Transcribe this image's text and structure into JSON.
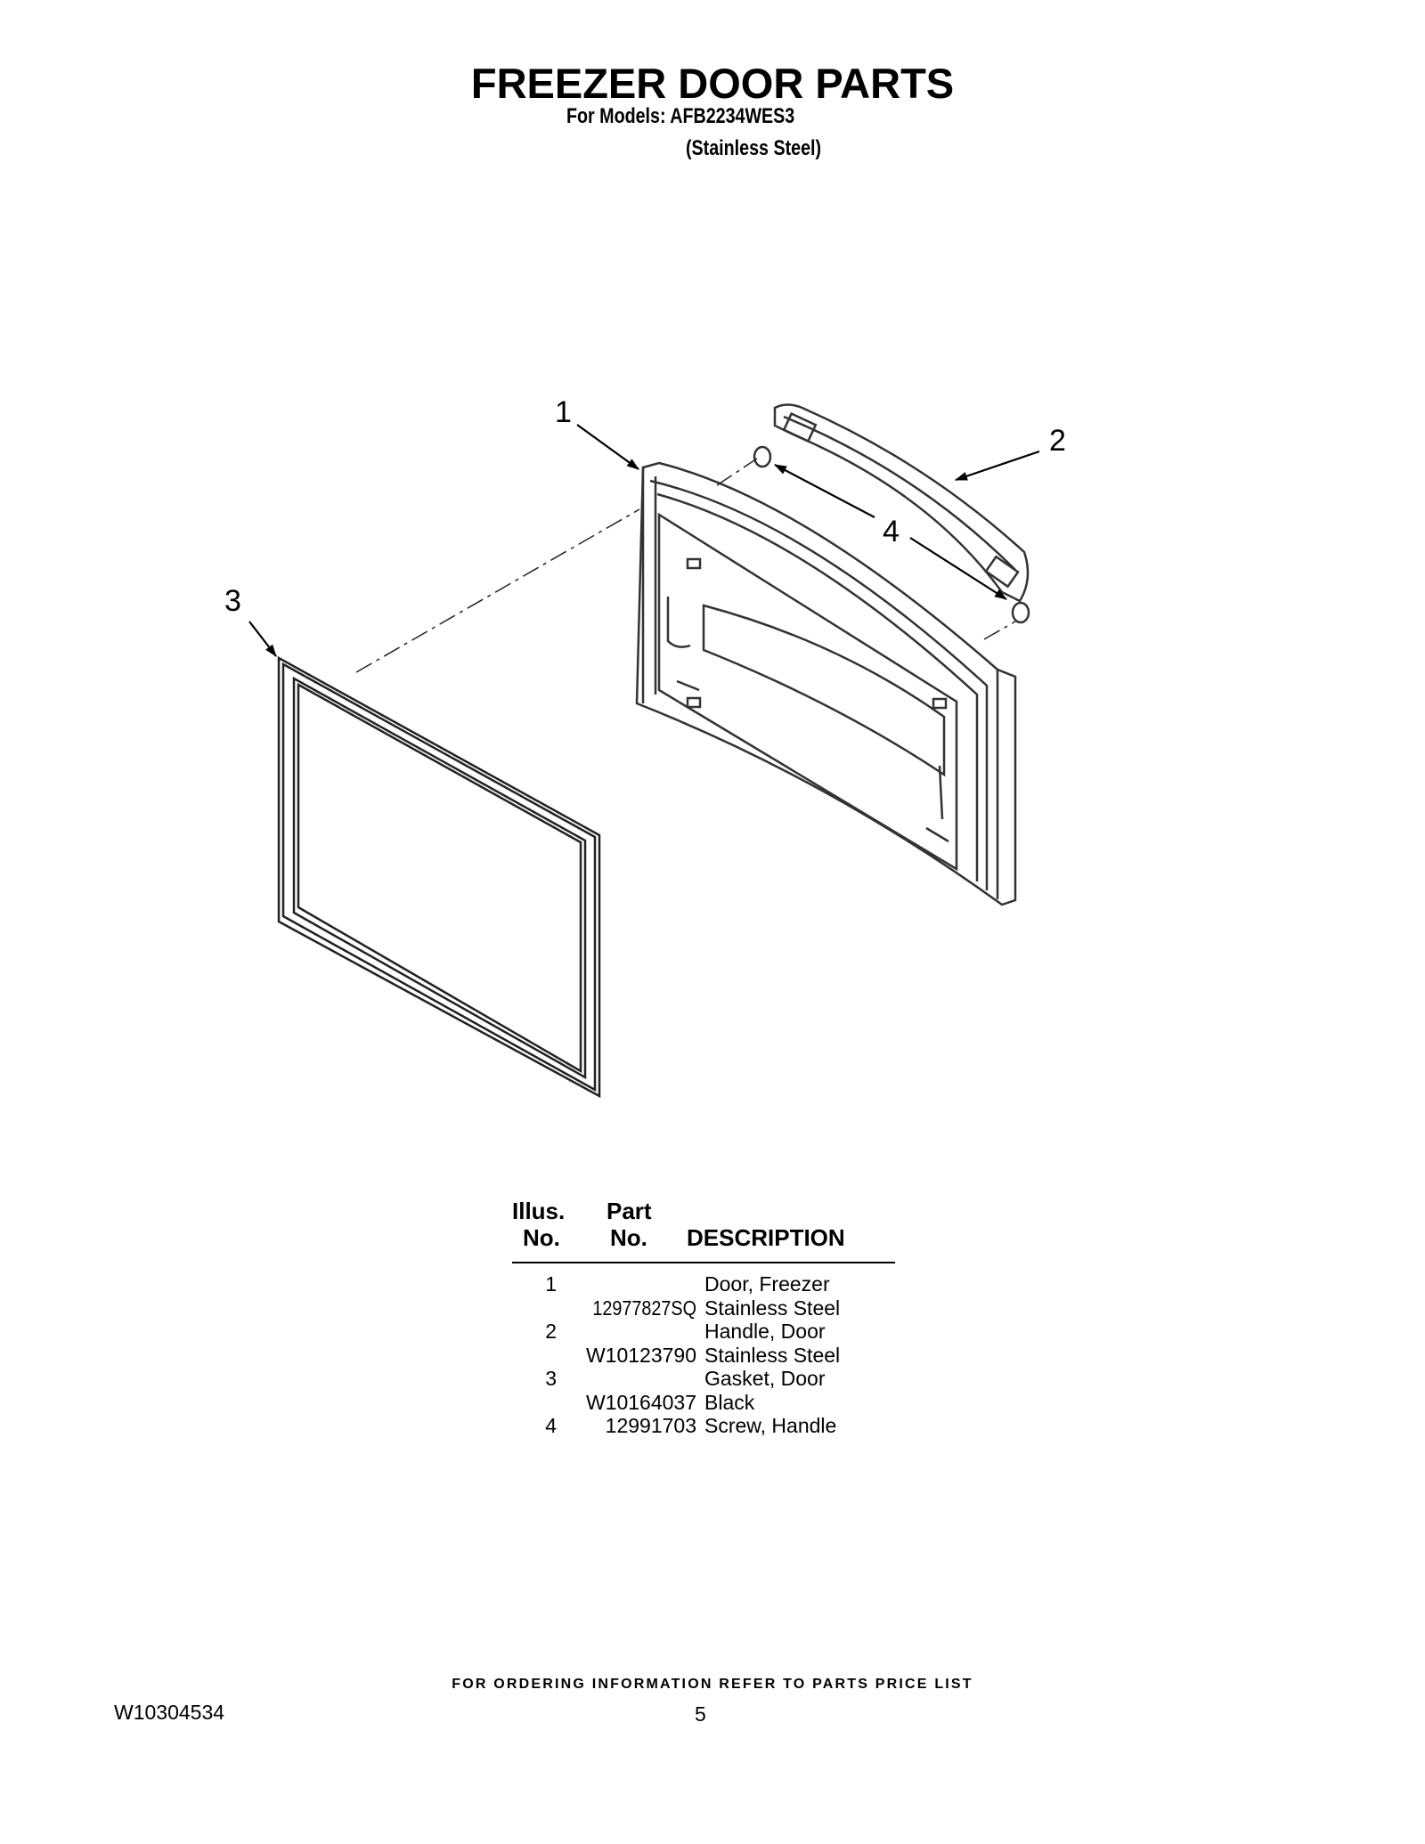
{
  "header": {
    "title": "FREEZER DOOR PARTS",
    "models_line": "For Models: AFB2234WES3",
    "variant_line": "(Stainless Steel)"
  },
  "diagram": {
    "callouts": [
      "1",
      "2",
      "3",
      "4"
    ]
  },
  "parts_table": {
    "headers": {
      "illus_line1": "Illus.",
      "illus_line2": "No.",
      "part_line1": "Part",
      "part_line2": "No.",
      "description": "DESCRIPTION"
    },
    "rows": [
      {
        "illus": "1",
        "part": "",
        "description": "Door, Freezer"
      },
      {
        "illus": "",
        "part": "12977827SQ",
        "description": "Stainless Steel"
      },
      {
        "illus": "2",
        "part": "",
        "description": "Handle, Door"
      },
      {
        "illus": "",
        "part": "W10123790",
        "description": "Stainless Steel"
      },
      {
        "illus": "3",
        "part": "",
        "description": "Gasket, Door"
      },
      {
        "illus": "",
        "part": "W10164037",
        "description": "Black"
      },
      {
        "illus": "4",
        "part": "12991703",
        "description": "Screw, Handle"
      }
    ]
  },
  "footer": {
    "ordering_note": "FOR ORDERING INFORMATION REFER TO PARTS PRICE LIST",
    "doc_number": "W10304534",
    "page_number": "5"
  }
}
